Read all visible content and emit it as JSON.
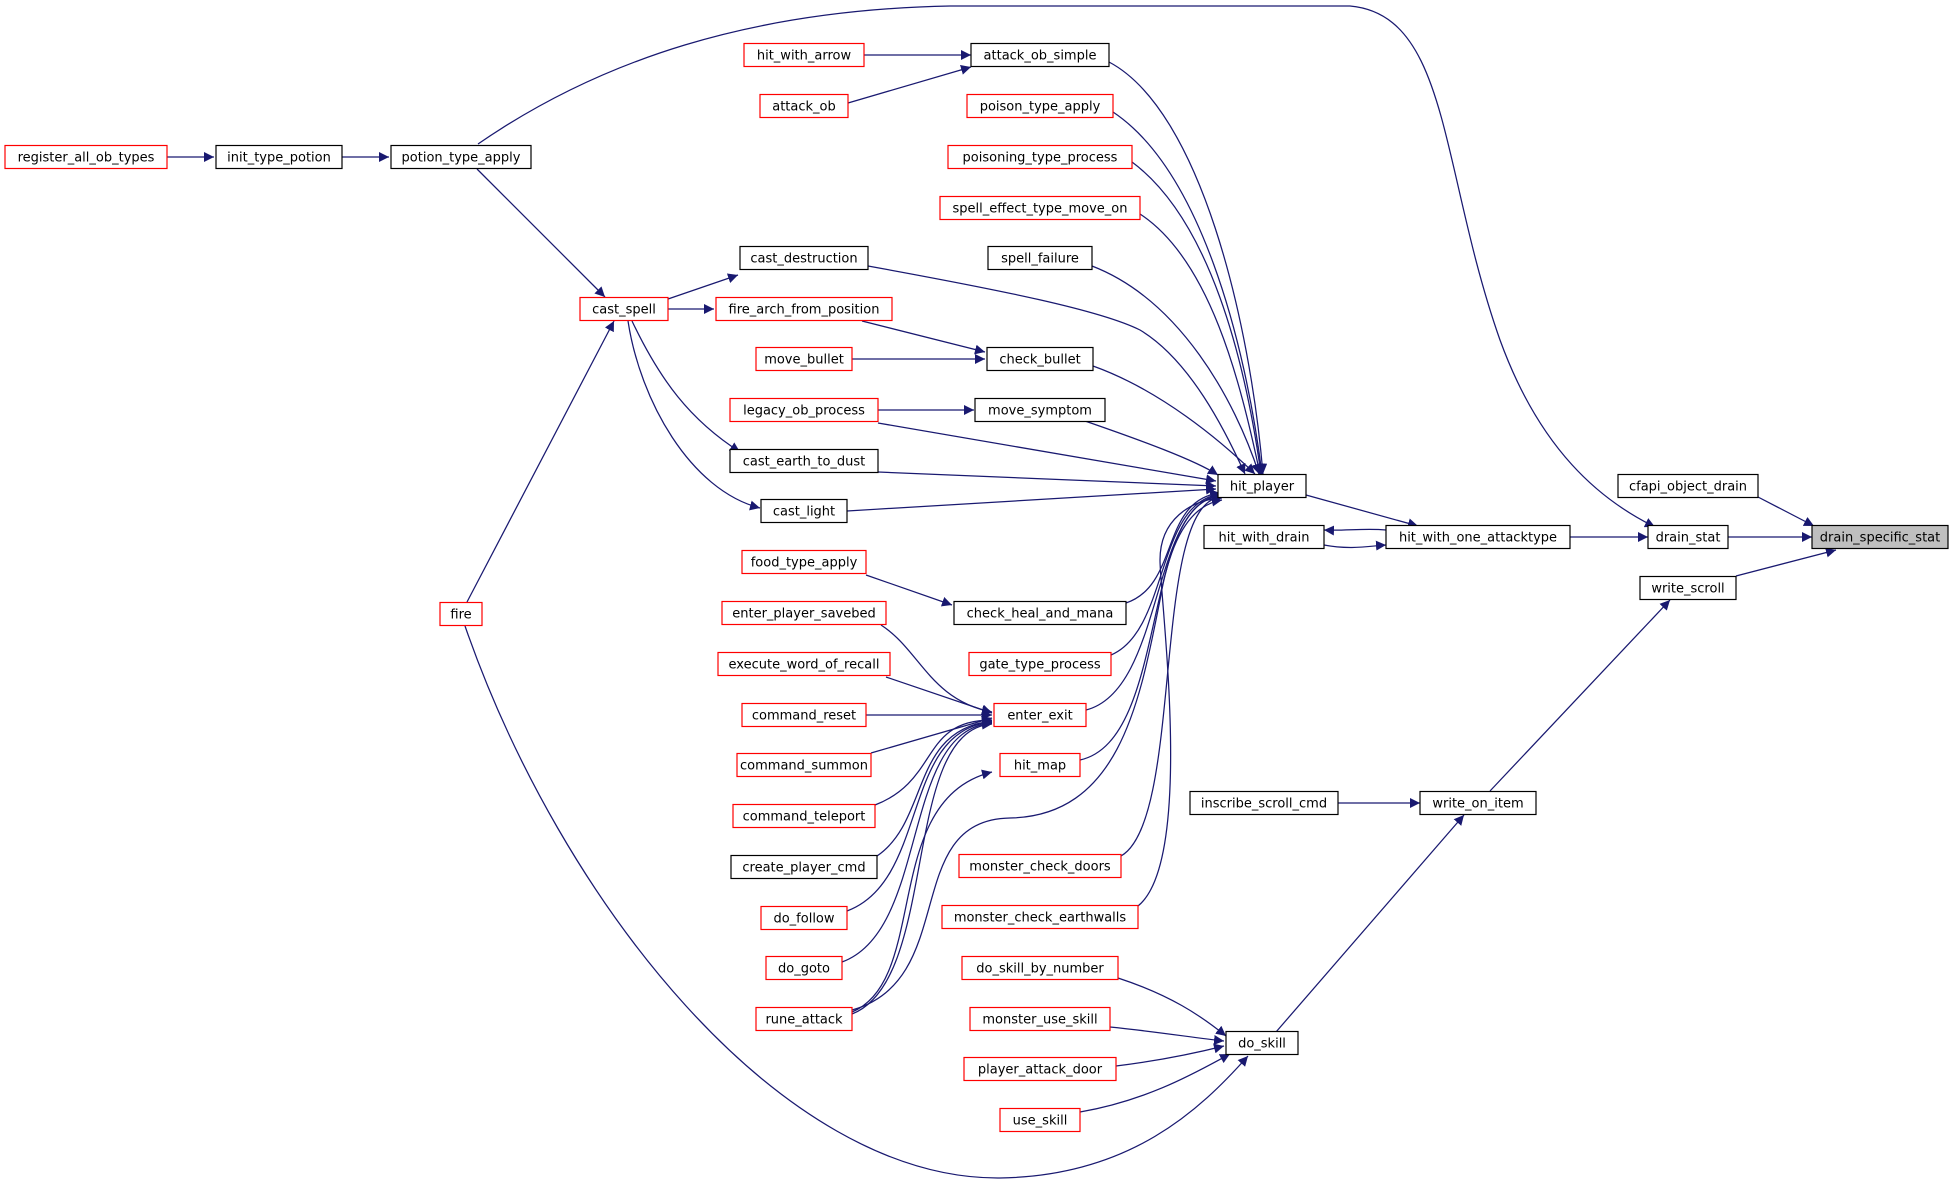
{
  "colors": {
    "edge": "#191970",
    "truncated_border": "#ff0000",
    "normal_border": "#000000",
    "root_fill": "#bfbfbf"
  },
  "nodes": [
    {
      "id": "drain_specific_stat",
      "label": "drain_specific_stat",
      "kind": "root"
    },
    {
      "id": "cfapi_object_drain",
      "label": "cfapi_object_drain",
      "kind": "normal"
    },
    {
      "id": "drain_stat",
      "label": "drain_stat",
      "kind": "normal"
    },
    {
      "id": "write_scroll",
      "label": "write_scroll",
      "kind": "normal"
    },
    {
      "id": "hit_with_one_attacktype",
      "label": "hit_with_one_attacktype",
      "kind": "normal"
    },
    {
      "id": "hit_with_drain",
      "label": "hit_with_drain",
      "kind": "normal"
    },
    {
      "id": "hit_player",
      "label": "hit_player",
      "kind": "normal"
    },
    {
      "id": "write_on_item",
      "label": "write_on_item",
      "kind": "normal"
    },
    {
      "id": "inscribe_scroll_cmd",
      "label": "inscribe_scroll_cmd",
      "kind": "normal"
    },
    {
      "id": "do_skill",
      "label": "do_skill",
      "kind": "normal"
    },
    {
      "id": "attack_ob_simple",
      "label": "attack_ob_simple",
      "kind": "normal"
    },
    {
      "id": "hit_with_arrow",
      "label": "hit_with_arrow",
      "kind": "truncated"
    },
    {
      "id": "attack_ob",
      "label": "attack_ob",
      "kind": "truncated"
    },
    {
      "id": "poison_type_apply",
      "label": "poison_type_apply",
      "kind": "truncated"
    },
    {
      "id": "poisoning_type_process",
      "label": "poisoning_type_process",
      "kind": "truncated"
    },
    {
      "id": "spell_effect_type_move_on",
      "label": "spell_effect_type_move_on",
      "kind": "truncated"
    },
    {
      "id": "spell_failure",
      "label": "spell_failure",
      "kind": "normal"
    },
    {
      "id": "check_bullet",
      "label": "check_bullet",
      "kind": "normal"
    },
    {
      "id": "move_symptom",
      "label": "move_symptom",
      "kind": "normal"
    },
    {
      "id": "check_heal_and_mana",
      "label": "check_heal_and_mana",
      "kind": "normal"
    },
    {
      "id": "gate_type_process",
      "label": "gate_type_process",
      "kind": "truncated"
    },
    {
      "id": "enter_exit",
      "label": "enter_exit",
      "kind": "truncated"
    },
    {
      "id": "hit_map",
      "label": "hit_map",
      "kind": "truncated"
    },
    {
      "id": "monster_check_doors",
      "label": "monster_check_doors",
      "kind": "truncated"
    },
    {
      "id": "monster_check_earthwalls",
      "label": "monster_check_earthwalls",
      "kind": "truncated"
    },
    {
      "id": "do_skill_by_number",
      "label": "do_skill_by_number",
      "kind": "truncated"
    },
    {
      "id": "monster_use_skill",
      "label": "monster_use_skill",
      "kind": "truncated"
    },
    {
      "id": "player_attack_door",
      "label": "player_attack_door",
      "kind": "truncated"
    },
    {
      "id": "use_skill",
      "label": "use_skill",
      "kind": "truncated"
    },
    {
      "id": "potion_type_apply",
      "label": "potion_type_apply",
      "kind": "normal"
    },
    {
      "id": "init_type_potion",
      "label": "init_type_potion",
      "kind": "normal"
    },
    {
      "id": "register_all_ob_types",
      "label": "register_all_ob_types",
      "kind": "truncated"
    },
    {
      "id": "cast_spell",
      "label": "cast_spell",
      "kind": "truncated"
    },
    {
      "id": "cast_destruction",
      "label": "cast_destruction",
      "kind": "normal"
    },
    {
      "id": "fire_arch_from_position",
      "label": "fire_arch_from_position",
      "kind": "truncated"
    },
    {
      "id": "move_bullet",
      "label": "move_bullet",
      "kind": "truncated"
    },
    {
      "id": "legacy_ob_process",
      "label": "legacy_ob_process",
      "kind": "truncated"
    },
    {
      "id": "cast_earth_to_dust",
      "label": "cast_earth_to_dust",
      "kind": "normal"
    },
    {
      "id": "cast_light",
      "label": "cast_light",
      "kind": "normal"
    },
    {
      "id": "food_type_apply",
      "label": "food_type_apply",
      "kind": "truncated"
    },
    {
      "id": "enter_player_savebed",
      "label": "enter_player_savebed",
      "kind": "truncated"
    },
    {
      "id": "execute_word_of_recall",
      "label": "execute_word_of_recall",
      "kind": "truncated"
    },
    {
      "id": "command_reset",
      "label": "command_reset",
      "kind": "truncated"
    },
    {
      "id": "command_summon",
      "label": "command_summon",
      "kind": "truncated"
    },
    {
      "id": "command_teleport",
      "label": "command_teleport",
      "kind": "truncated"
    },
    {
      "id": "create_player_cmd",
      "label": "create_player_cmd",
      "kind": "normal"
    },
    {
      "id": "do_follow",
      "label": "do_follow",
      "kind": "truncated"
    },
    {
      "id": "do_goto",
      "label": "do_goto",
      "kind": "truncated"
    },
    {
      "id": "rune_attack",
      "label": "rune_attack",
      "kind": "truncated"
    },
    {
      "id": "fire",
      "label": "fire",
      "kind": "truncated"
    }
  ]
}
